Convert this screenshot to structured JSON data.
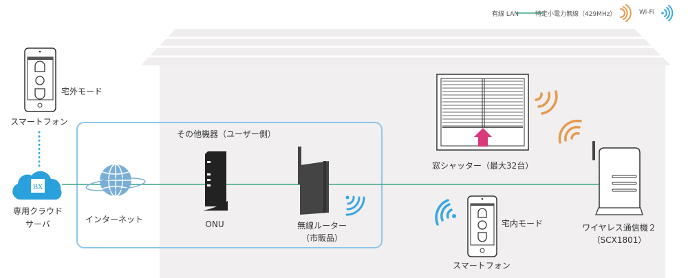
{
  "legend": {
    "wired_lan": "有線 LAN",
    "radio_429": "特定小電力無線（429MHz）",
    "wifi": "Wi-Fi"
  },
  "colors": {
    "wired": "#3aa58a",
    "radio": "#e59a4e",
    "wifi": "#39a6e0",
    "box": "#8cc6ea",
    "arrow": "#d9397a"
  },
  "outside_phone": {
    "mode": "宅外モード",
    "label": "スマートフォン"
  },
  "cloud": {
    "logo": "BX",
    "label_line1": "専用クラウド",
    "label_line2": "サーバ"
  },
  "user_group": {
    "title": "その他機器（ユーザー側）"
  },
  "internet": {
    "label": "インターネット"
  },
  "onu": {
    "label": "ONU"
  },
  "router": {
    "label_line1": "無線ルーター",
    "label_line2": "（市販品）"
  },
  "shutter": {
    "label": "窓シャッター（最大32台）"
  },
  "inside_phone": {
    "mode": "宅内モード",
    "label": "スマートフォン"
  },
  "communicator": {
    "label_line1": "ワイヤレス通信機２",
    "label_line2": "（SCX1801）"
  }
}
